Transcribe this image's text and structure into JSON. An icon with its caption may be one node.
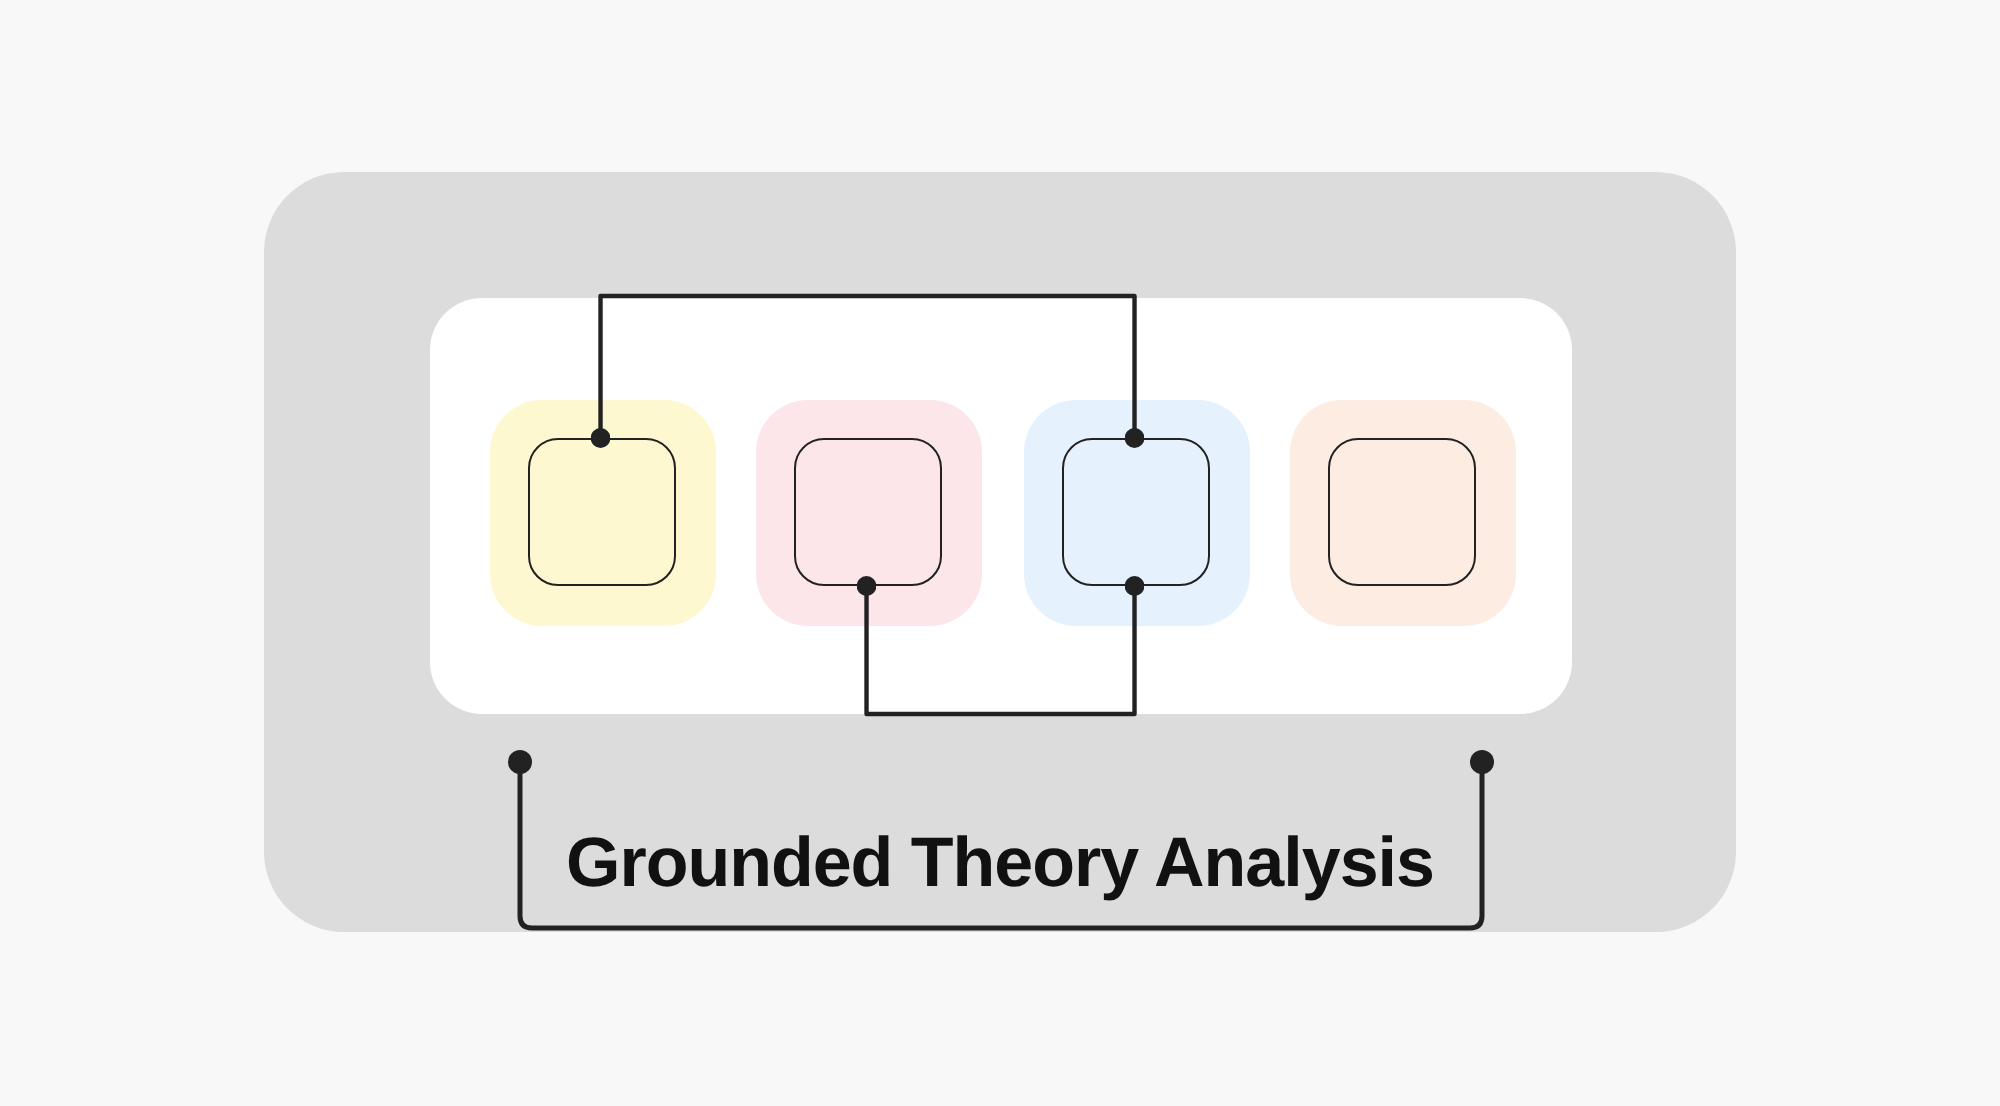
{
  "diagram": {
    "title": "Grounded Theory Analysis",
    "nodes": [
      {
        "text": [],
        "shape": "box"
      },
      {
        "text": [],
        "shape": "box"
      },
      {
        "text": [],
        "shape": "box"
      },
      {
        "text": [],
        "shape": "box"
      },
      {
        "text": [],
        "shape": "box",
        "in": 0
      },
      {
        "text": [],
        "shape": "box",
        "in": 1
      },
      {
        "text": [],
        "shape": "box",
        "in": 2
      },
      {
        "text": [],
        "shape": "box",
        "in": 3
      }
    ],
    "edges": [
      {
        "from": 4,
        "to": 6,
        "arrow": "other"
      },
      {
        "from": 5,
        "to": 6,
        "arrow": "other"
      }
    ]
  }
}
